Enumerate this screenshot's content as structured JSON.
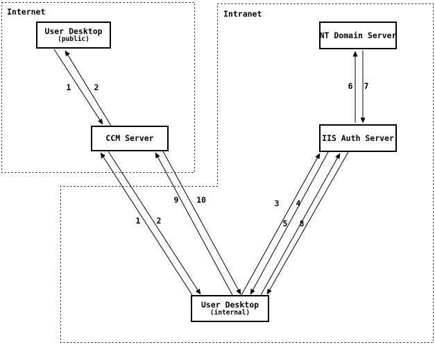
{
  "zones": {
    "internet": {
      "label": "Internet"
    },
    "intranet": {
      "label": "Intranet"
    }
  },
  "nodes": {
    "user_desktop_public": {
      "title": "User Desktop",
      "subtitle": "(public)"
    },
    "ccm_server": {
      "title": "CCM Server"
    },
    "nt_domain_server": {
      "title": "NT Domain Server"
    },
    "iis_auth_server": {
      "title": "IIS Auth Server"
    },
    "user_desktop_internal": {
      "title": "User Desktop",
      "subtitle": "(internal)"
    }
  },
  "edges": [
    {
      "label": "1",
      "from": "user_desktop_public",
      "to": "ccm_server"
    },
    {
      "label": "2",
      "from": "ccm_server",
      "to": "user_desktop_public"
    },
    {
      "label": "1",
      "from": "user_desktop_internal",
      "to": "ccm_server"
    },
    {
      "label": "2",
      "from": "ccm_server",
      "to": "user_desktop_internal"
    },
    {
      "label": "9",
      "from": "user_desktop_internal",
      "to": "ccm_server"
    },
    {
      "label": "10",
      "from": "ccm_server",
      "to": "user_desktop_internal"
    },
    {
      "label": "3",
      "from": "user_desktop_internal",
      "to": "iis_auth_server"
    },
    {
      "label": "4",
      "from": "iis_auth_server",
      "to": "user_desktop_internal"
    },
    {
      "label": "5",
      "from": "user_desktop_internal",
      "to": "iis_auth_server"
    },
    {
      "label": "8",
      "from": "iis_auth_server",
      "to": "user_desktop_internal"
    },
    {
      "label": "6",
      "from": "iis_auth_server",
      "to": "nt_domain_server"
    },
    {
      "label": "7",
      "from": "nt_domain_server",
      "to": "iis_auth_server"
    }
  ],
  "colors": {
    "ink": "#000000",
    "paper": "#ffffff"
  }
}
